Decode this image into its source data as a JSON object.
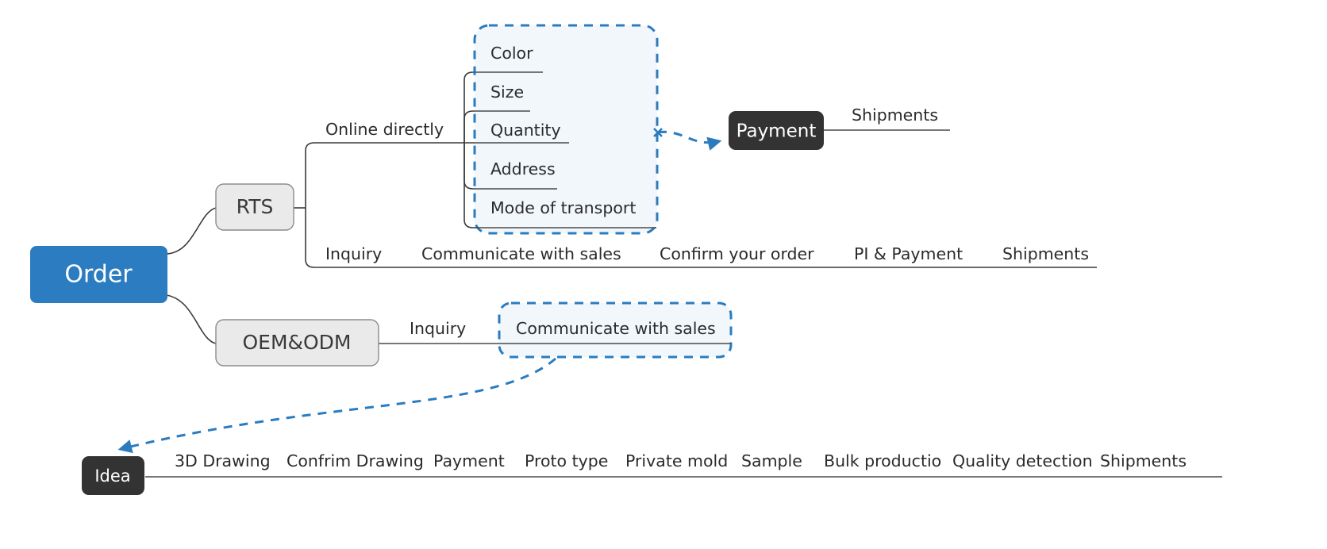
{
  "diagram": {
    "type": "mind-map",
    "title": "Order Process Mind Map",
    "background": "#ffffff",
    "colors": {
      "root_fill": "#2b7cc0",
      "root_text": "#ffffff",
      "branch_fill": "#eaeaea",
      "branch_stroke": "#8c8c8c",
      "dark_node_fill": "#333333",
      "dark_node_text": "#ffffff",
      "accent_dashed": "#2a7cbf",
      "dashed_region_fill": "#f2f7fc",
      "line_stroke": "#3a3a3a",
      "label_text": "#2b2b2b"
    }
  },
  "root": {
    "label": "Order"
  },
  "branches": [
    {
      "id": "rts",
      "label": "RTS",
      "sublabel": "Online directly",
      "options": [
        {
          "label": "Color"
        },
        {
          "label": "Size"
        },
        {
          "label": "Quantity"
        },
        {
          "label": "Address"
        },
        {
          "label": "Mode of transport"
        }
      ],
      "payment_node": {
        "label": "Payment"
      },
      "payment_next": {
        "label": "Shipments"
      },
      "steps": [
        {
          "label": "Inquiry"
        },
        {
          "label": "Communicate with sales"
        },
        {
          "label": "Confirm your order"
        },
        {
          "label": "PI & Payment"
        },
        {
          "label": "Shipments"
        }
      ]
    },
    {
      "id": "oem-odm",
      "label": "OEM&ODM",
      "steps": [
        {
          "label": "Inquiry"
        },
        {
          "label": "Communicate with sales"
        }
      ]
    }
  ],
  "bottom_flow": {
    "node": {
      "label": "Idea"
    },
    "steps": [
      {
        "label": "3D Drawing"
      },
      {
        "label": "Confrim Drawing"
      },
      {
        "label": "Payment"
      },
      {
        "label": "Proto type"
      },
      {
        "label": "Private mold"
      },
      {
        "label": "Sample"
      },
      {
        "label": "Bulk productio"
      },
      {
        "label": "Quality detection"
      },
      {
        "label": "Shipments"
      }
    ]
  },
  "highlights": [
    {
      "id": "options-box",
      "target": "rts-options"
    },
    {
      "id": "communicate-box",
      "target": "oem-communicate"
    }
  ],
  "connectors": [
    {
      "id": "options-to-payment",
      "style": "dashed-arrow"
    },
    {
      "id": "communicate-to-idea",
      "style": "dashed-arrow"
    }
  ]
}
